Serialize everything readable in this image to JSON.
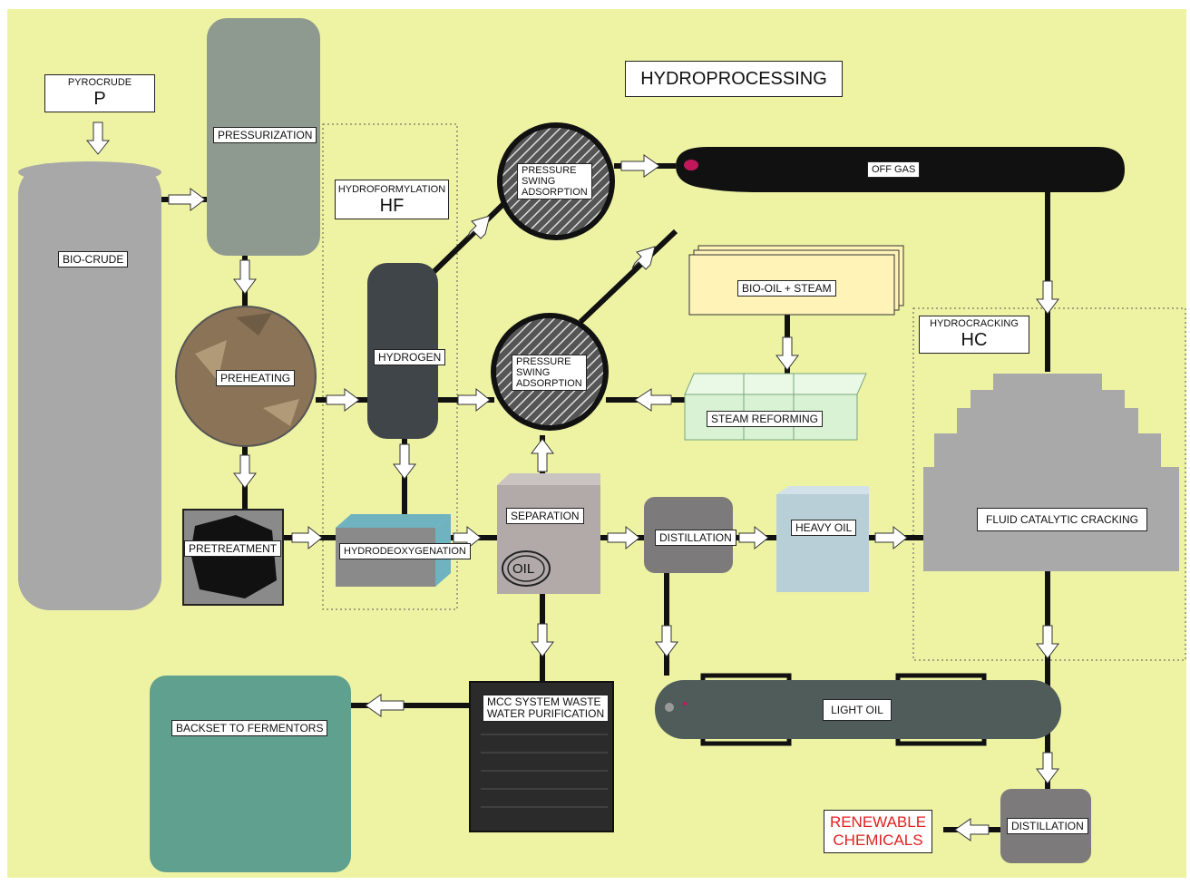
{
  "title": "HYDROPROCESSING",
  "colors": {
    "background": "#eef3a4",
    "pipe": "#111111",
    "arrow_fill": "#ffffff",
    "biocrude_tank": "#a8a8a8",
    "pressurization_tank": "#8e9a8f",
    "preheating_sphere": "#8a7356",
    "hydrogen_tank": "#3f4548",
    "hydrodeoxygenation_box": "#6fb2c0",
    "separation_box": "#b1aaa9",
    "distillation": "#7c7a7b",
    "heavy_oil": "#b9cfd7",
    "fcc": "#a9a9a9",
    "light_oil": "#4f5c5a",
    "backset_tank": "#5fa08e",
    "mcc_box": "#2b2b2b",
    "steam_reforming": "#d9f2d4",
    "bio_oil_steam": "#fff3b8",
    "renewable_text": "#e02020"
  },
  "labels": {
    "pyrocrude_top": "PYROCRUDE",
    "pyrocrude_bottom": "P",
    "bio_crude": "BIO-CRUDE",
    "pressurization": "PRESSURIZATION",
    "hydroformylation_top": "HYDROFORMYLATION",
    "hydroformylation_bottom": "HF",
    "preheating": "PREHEATING",
    "hydrogen": "HYDROGEN",
    "psa_top_line1": "PRESSURE",
    "psa_top_line2": "SWING",
    "psa_top_line3": "ADSORPTION",
    "psa_mid_line1": "PRESSURE",
    "psa_mid_line2": "SWING",
    "psa_mid_line3": "ADSORPTION",
    "off_gas": "OFF GAS",
    "bio_oil_steam": "BIO-OIL + STEAM",
    "steam_reforming": "STEAM REFORMING",
    "hydrocracking_top": "HYDROCRACKING",
    "hydrocracking_bottom": "HC",
    "pretreatment": "PRETREATMENT",
    "hydrodeoxygenation": "HYDRODEOXYGENATION",
    "separation": "SEPARATION",
    "oil": "OIL",
    "distillation_mid": "DISTILLATION",
    "heavy_oil": "HEAVY OIL",
    "fluid_catalytic_cracking": "FLUID CATALYTIC CRACKING",
    "backset": "BACKSET TO FERMENTORS",
    "mcc_line1": "MCC SYSTEM WASTE",
    "mcc_line2": "WATER PURIFICATION",
    "light_oil": "LIGHT OIL",
    "distillation_bottom": "DISTILLATION",
    "renewable_line1": "RENEWABLE",
    "renewable_line2": "CHEMICALS"
  }
}
